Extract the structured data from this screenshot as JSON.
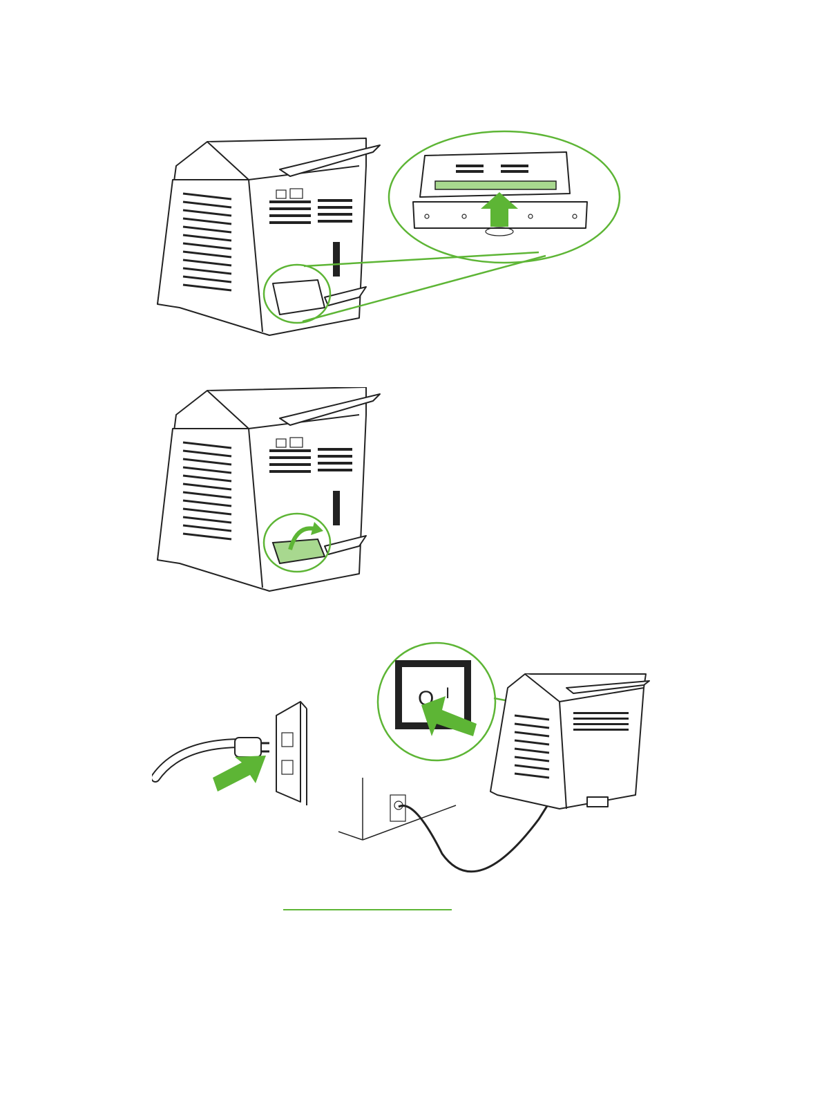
{
  "colors": {
    "accent": "#5db535",
    "accent_light": "#a8d88f",
    "line": "#222222",
    "background": "#ffffff"
  },
  "figures": [
    {
      "id": "figure-1",
      "icon": "printer-rear-memory-slot-insert-illustration"
    },
    {
      "id": "figure-2",
      "icon": "printer-rear-close-door-illustration"
    },
    {
      "id": "figure-3",
      "icon": "power-cord-and-switch-illustration"
    }
  ],
  "switch_labels": {
    "off": "O",
    "on": "I"
  }
}
